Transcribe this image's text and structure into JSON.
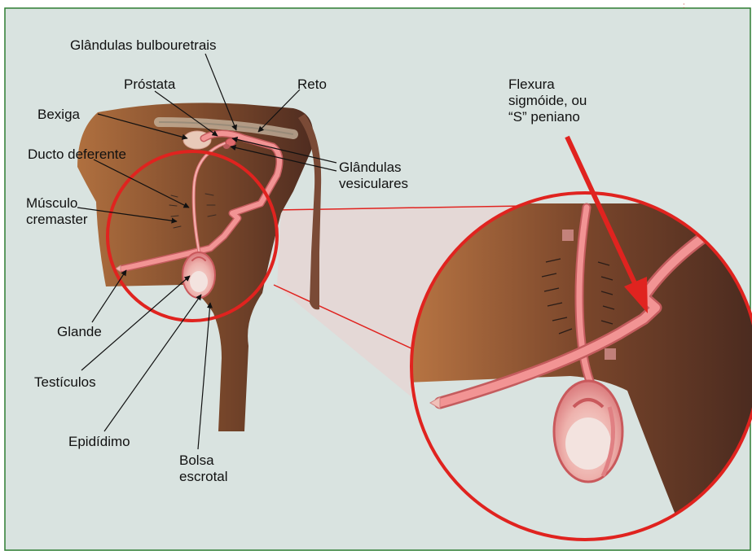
{
  "labels": {
    "bulbouretrais": "Glândulas bulbouretrais",
    "prostata": "Próstata",
    "reto": "Reto",
    "bexiga": "Bexiga",
    "ducto": "Ducto deferente",
    "musculo": "Músculo\ncremaster",
    "vesiculares": "Glândulas\nvesiculares",
    "flexura": "Flexura\nsigmóide, ou\n“S” peniano",
    "glande": "Glande",
    "testiculos": "Testículos",
    "epididimo": "Epidídimo",
    "bolsa": "Bolsa\nescrotal"
  },
  "colors": {
    "background": "#d9e3e0",
    "frame": "#2e7d32",
    "hide_light": "#a86a3f",
    "hide_dark": "#5a3323",
    "tract": "#f08a8a",
    "circle": "#e0231f",
    "arrow": "#e0231f"
  }
}
